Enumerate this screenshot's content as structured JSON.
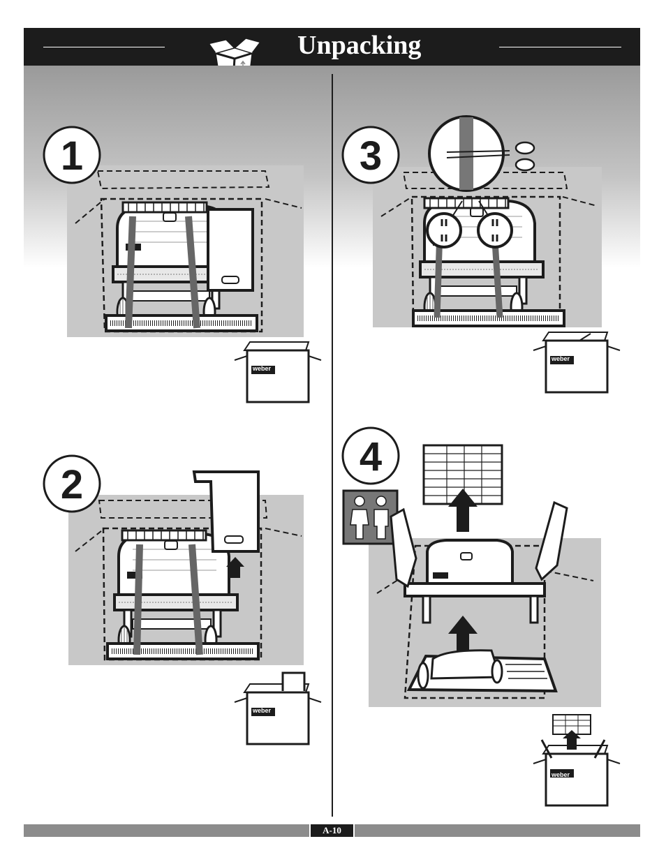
{
  "header": {
    "title": "Unpacking",
    "box_label": "UP"
  },
  "steps": [
    {
      "number": "1",
      "brand": "weber"
    },
    {
      "number": "2",
      "brand": "weber"
    },
    {
      "number": "3",
      "brand": "weber"
    },
    {
      "number": "4",
      "brand": "weber"
    }
  ],
  "footer": {
    "page_number": "A-10"
  },
  "colors": {
    "header_bg": "#1c1c1c",
    "panel_gray": "#c8c8c8",
    "footer_gray": "#8c8c8c"
  }
}
